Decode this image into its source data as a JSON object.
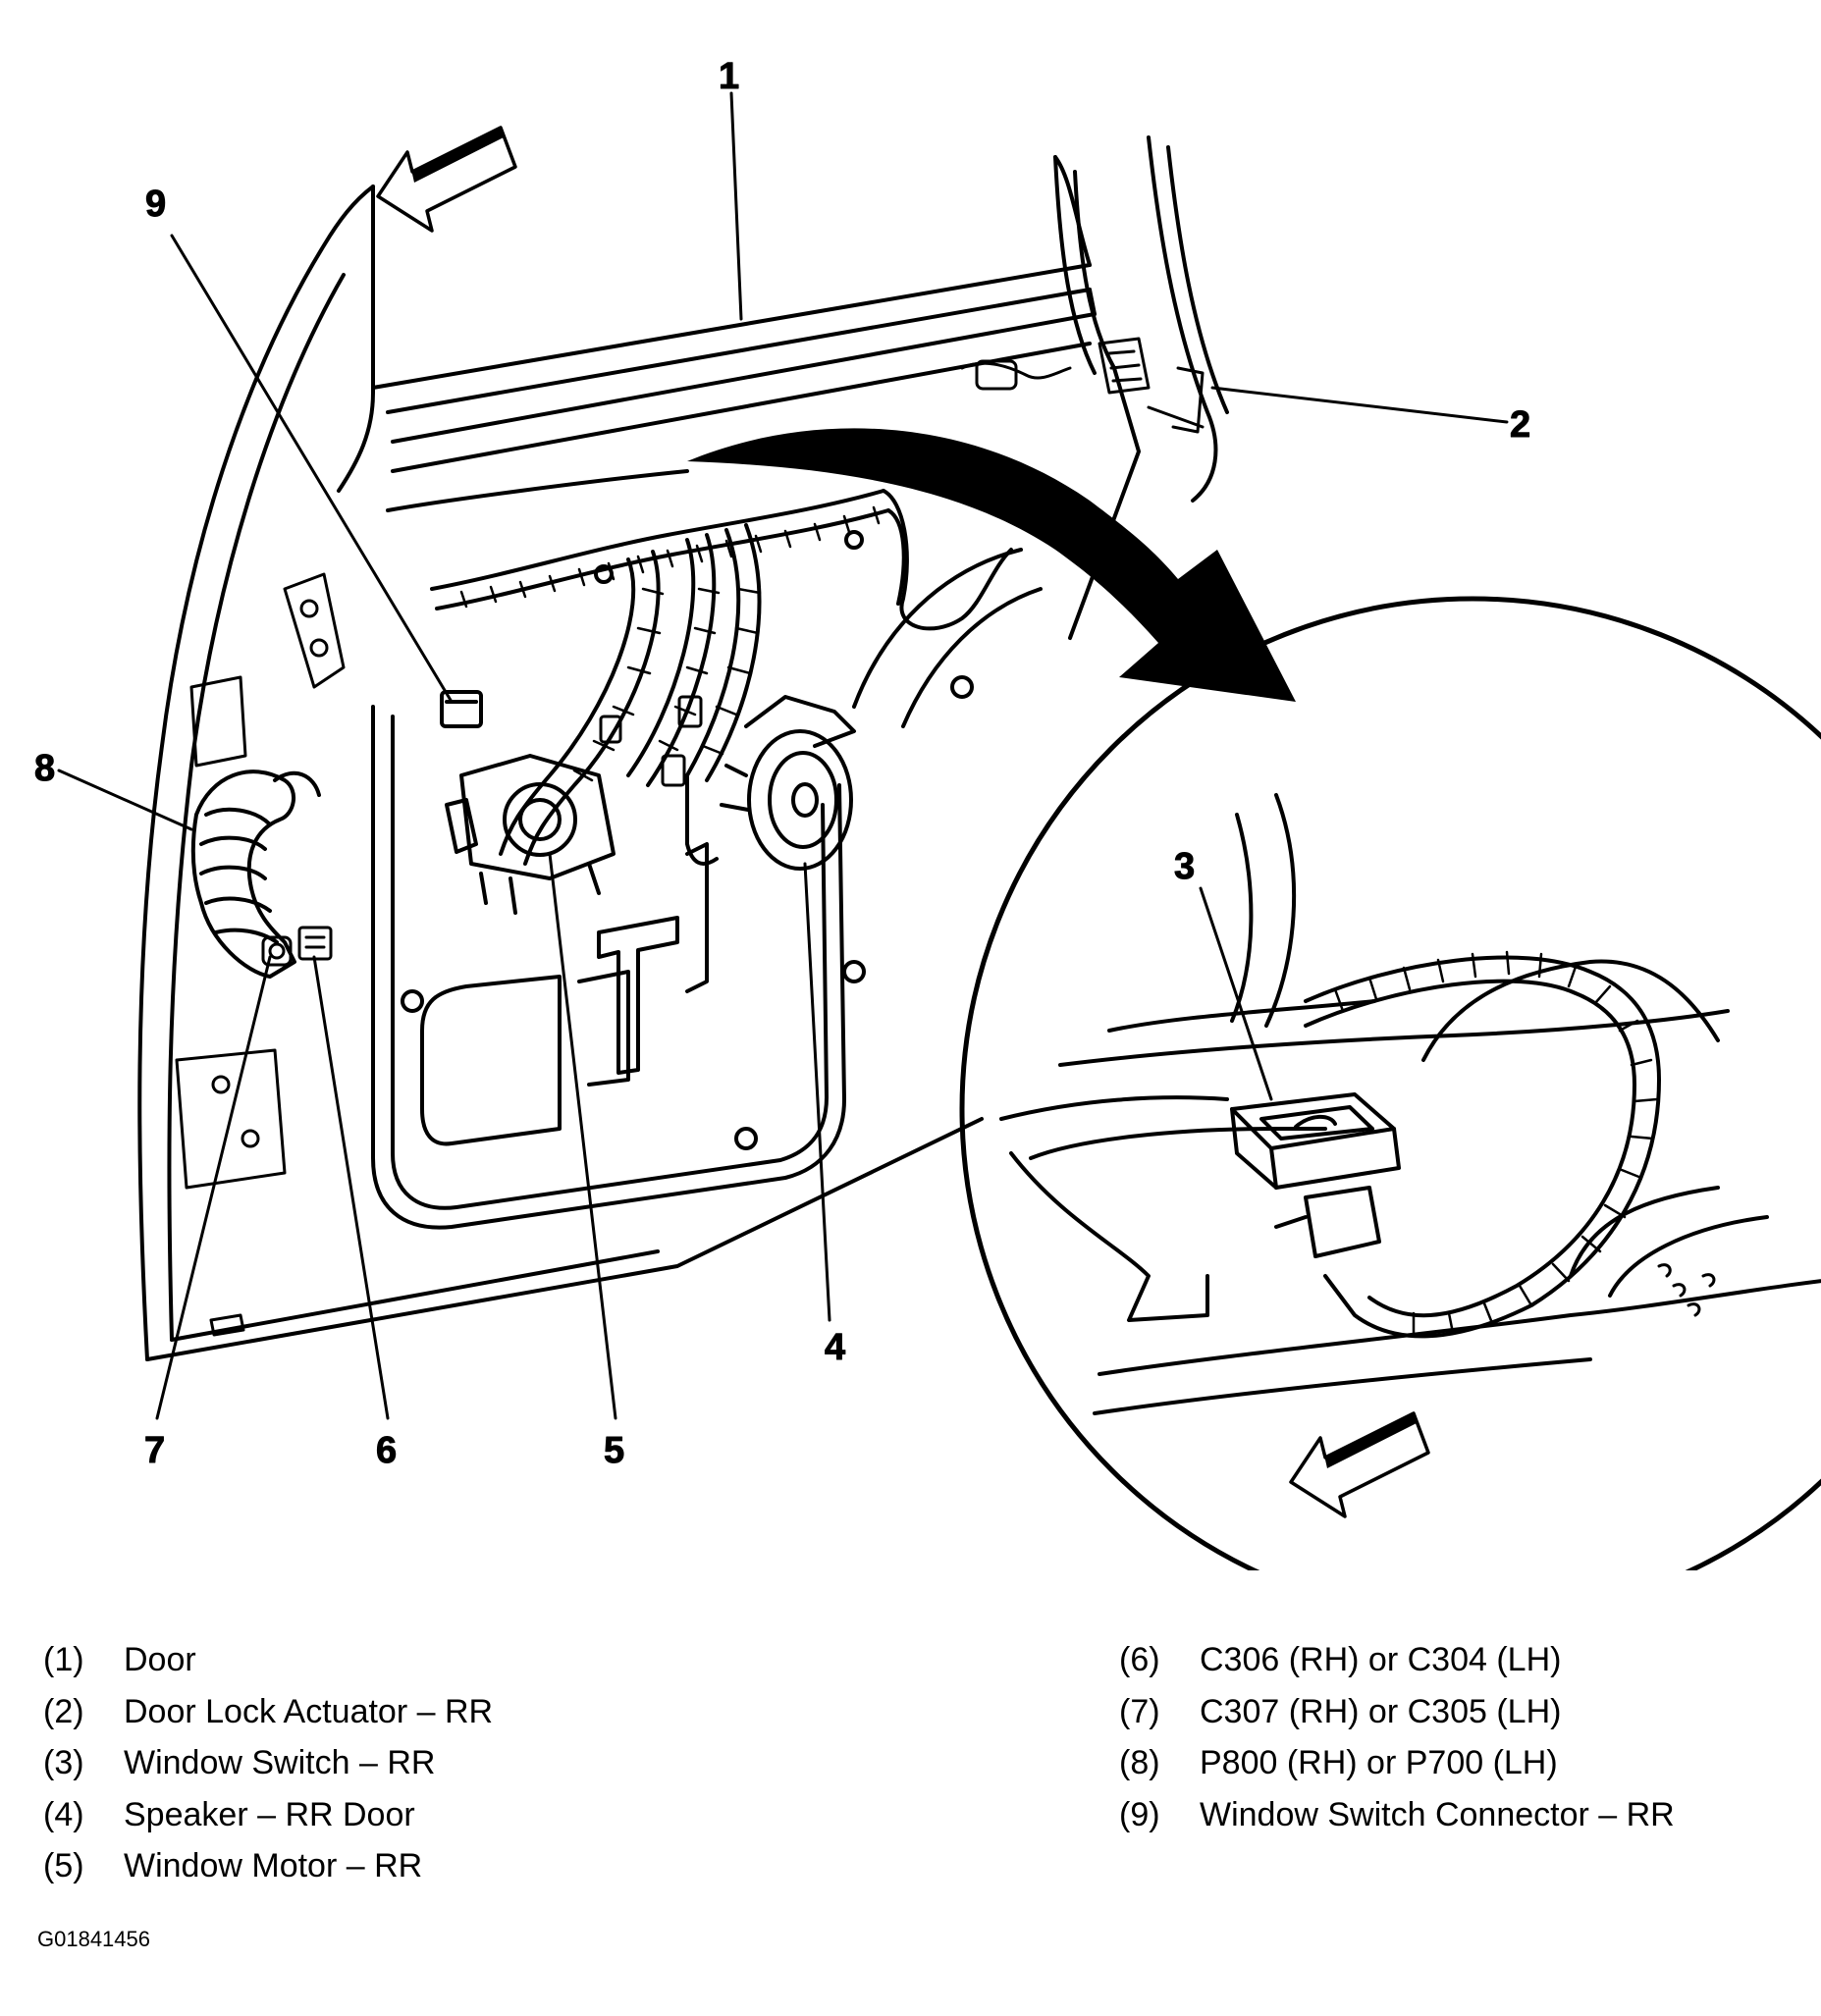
{
  "callouts": [
    "1",
    "2",
    "3",
    "4",
    "5",
    "6",
    "7",
    "8",
    "9"
  ],
  "legend": {
    "left": [
      {
        "num": "(1)",
        "text": "Door"
      },
      {
        "num": "(2)",
        "text": "Door Lock Actuator – RR"
      },
      {
        "num": "(3)",
        "text": "Window Switch – RR"
      },
      {
        "num": "(4)",
        "text": "Speaker – RR Door"
      },
      {
        "num": "(5)",
        "text": "Window Motor – RR"
      }
    ],
    "right": [
      {
        "num": "(6)",
        "text": "C306 (RH) or C304 (LH)"
      },
      {
        "num": "(7)",
        "text": "C307 (RH) or C305 (LH)"
      },
      {
        "num": "(8)",
        "text": "P800 (RH) or P700 (LH)"
      },
      {
        "num": "(9)",
        "text": "Window Switch Connector – RR"
      }
    ]
  },
  "figure_id": "G01841456",
  "colors": {
    "ink": "#000000",
    "paper": "#ffffff"
  }
}
